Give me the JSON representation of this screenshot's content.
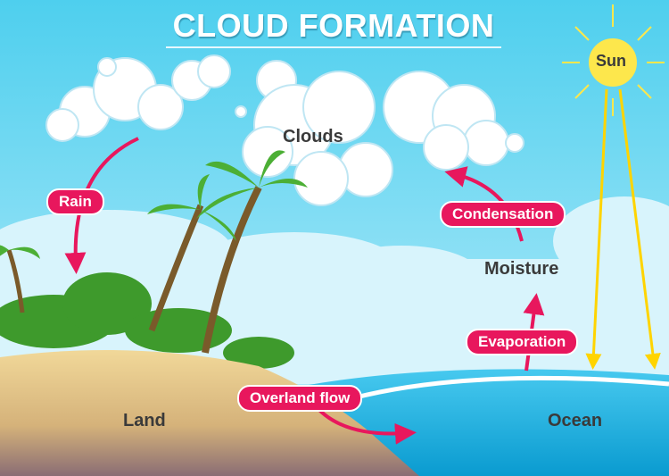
{
  "title": "CLOUD FORMATION",
  "labels": {
    "sun": "Sun",
    "clouds": "Clouds",
    "moisture": "Moisture",
    "land": "Land",
    "ocean": "Ocean"
  },
  "processes": {
    "rain": "Rain",
    "condensation": "Condensation",
    "evaporation": "Evaporation",
    "overland_flow": "Overland flow"
  },
  "colors": {
    "sky": "#4ecfee",
    "pill": "#e8175d",
    "sun": "#fde74c",
    "sand": "#e8cf8f",
    "ocean": "#1fb6e3"
  }
}
